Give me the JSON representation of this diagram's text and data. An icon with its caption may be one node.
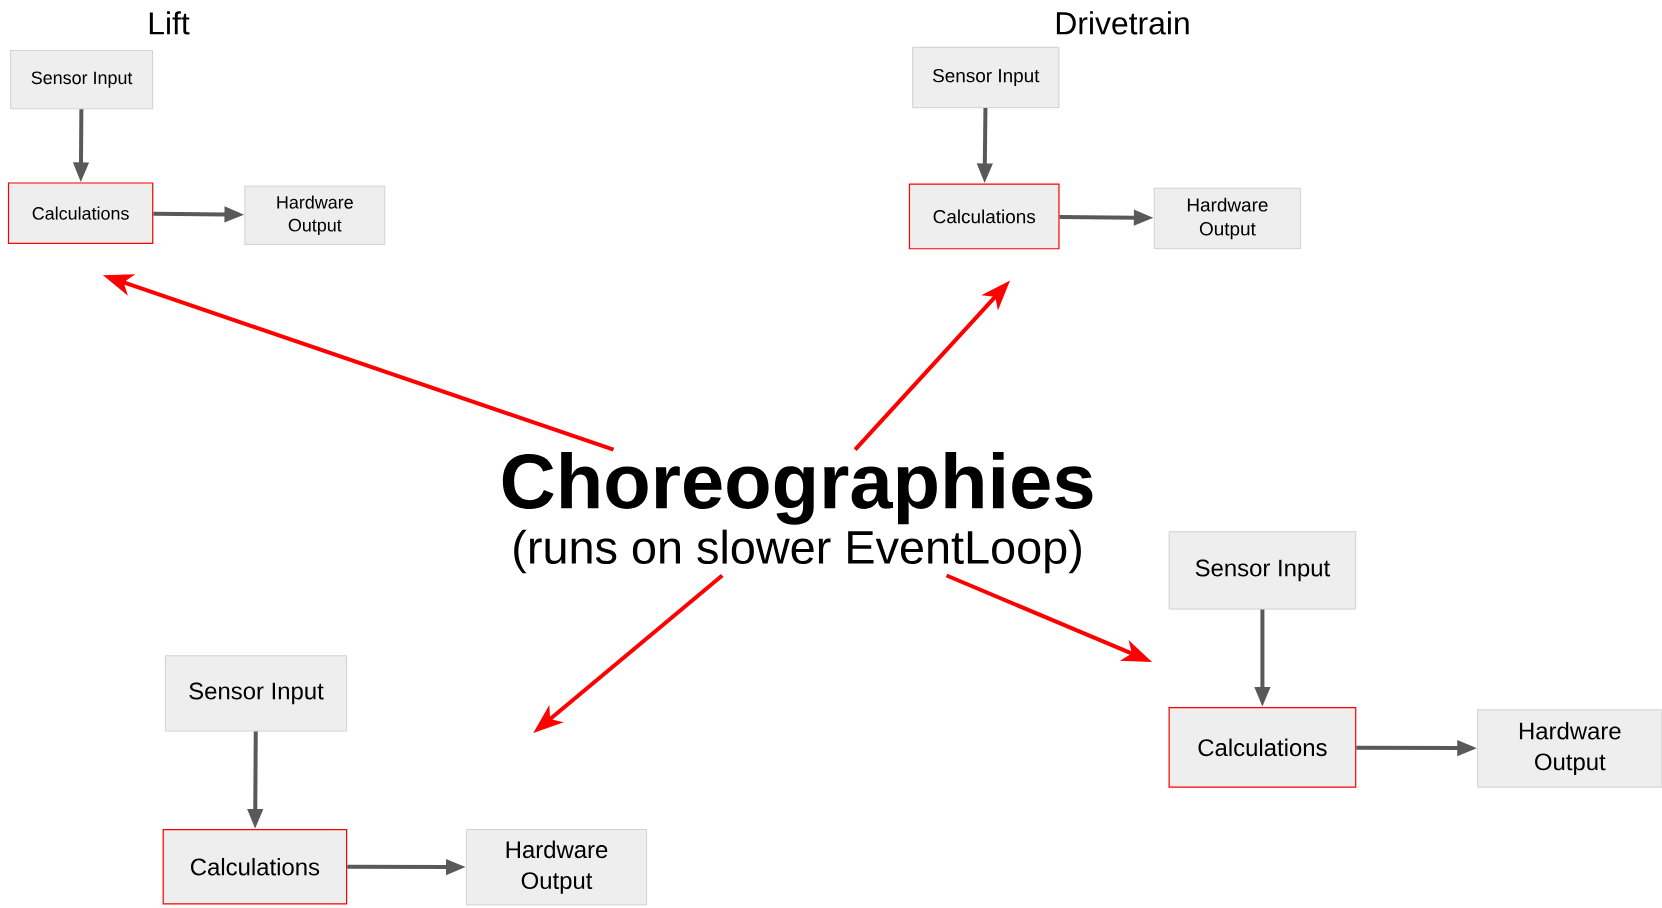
{
  "diagram": {
    "nodes": [
      {
        "text": [
          "Sensor Input"
        ]
      },
      {
        "text": [
          "Calculations"
        ]
      },
      {
        "text": [
          "Hardware Output"
        ]
      },
      {
        "text": [
          "Sensor Input"
        ]
      },
      {
        "text": [
          "Calculations"
        ]
      },
      {
        "text": [
          "Hardware Output"
        ]
      },
      {
        "text": [
          "Choreographies",
          "(runs on slower EventLoop)"
        ]
      },
      {
        "text": [
          "Sensor Input"
        ]
      },
      {
        "text": [
          "Calculations"
        ]
      },
      {
        "text": [
          "Hardware Output"
        ]
      },
      {
        "text": [
          "Sensor Input"
        ]
      },
      {
        "text": [
          "Calculations"
        ]
      },
      {
        "text": [
          "Hardware Output"
        ]
      }
    ],
    "edges": [
      {
        "from": 0,
        "to": 1,
        "arrow": "to"
      },
      {
        "from": 1,
        "to": 2,
        "arrow": "to"
      },
      {
        "from": 3,
        "to": 4,
        "arrow": "to"
      },
      {
        "from": 4,
        "to": 5,
        "arrow": "to"
      },
      {
        "from": 6,
        "to": null,
        "arrow": "to",
        "color": "#ff0000"
      },
      {
        "from": 6,
        "to": null,
        "arrow": "to",
        "color": "#ff0000"
      },
      {
        "from": 6,
        "to": null,
        "arrow": "to",
        "color": "#ff0000"
      },
      {
        "from": 6,
        "to": null,
        "arrow": "to",
        "color": "#ff0000"
      },
      {
        "from": 7,
        "to": 8,
        "arrow": "to"
      },
      {
        "from": 8,
        "to": 9,
        "arrow": "to"
      },
      {
        "from": 10,
        "to": 11,
        "arrow": "to"
      },
      {
        "from": 11,
        "to": 12,
        "arrow": "to"
      }
    ],
    "labels": [
      "Lift",
      "Drivetrain"
    ]
  }
}
